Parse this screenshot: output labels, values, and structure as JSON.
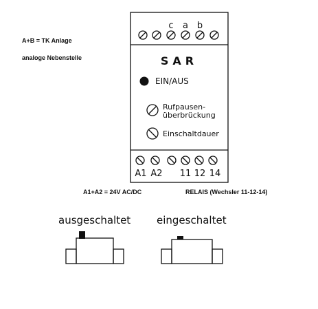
{
  "notes": {
    "ab": "A+B = TK Anlage",
    "extension": "analoge Nebenstelle",
    "supply": "A1+A2 = 24V AC/DC",
    "relay": "RELAIS (Wechsler 11-12-14)"
  },
  "device": {
    "name": "SAR",
    "top_terminals": [
      "c",
      "a",
      "b"
    ],
    "led_label": "EIN/AUS",
    "pot1_label_line1": "Rufpausen-",
    "pot1_label_line2": "überbrückung",
    "pot2_label": "Einschaltdauer",
    "bottom_terminals": [
      "A1",
      "A2",
      "11",
      "12",
      "14"
    ]
  },
  "switches": {
    "off_label": "ausgeschaltet",
    "on_label": "eingeschaltet"
  }
}
